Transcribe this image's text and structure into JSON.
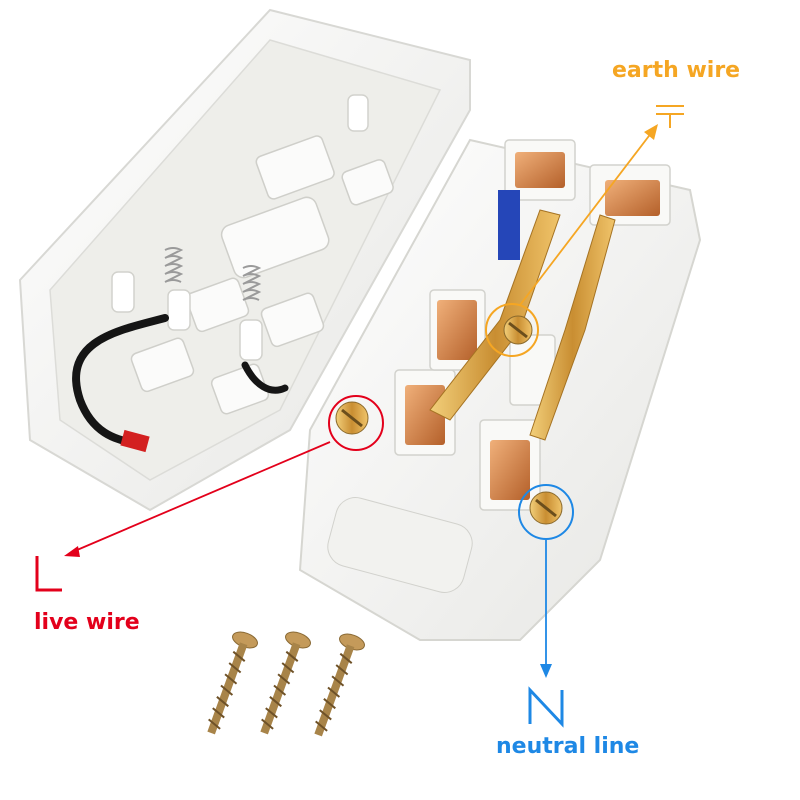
{
  "labels": {
    "earth": "earth wire",
    "live": "live wire",
    "neutral": "neutral line"
  },
  "colors": {
    "earth": "#f5a623",
    "live": "#e3001b",
    "neutral": "#1e88e5",
    "plastic": "#f4f4f2",
    "brass": "#d9a441",
    "copper": "#c9773e",
    "wire_black": "#151515",
    "screw": "#b08a4e"
  },
  "symbols": {
    "earth": "earth-ground-icon",
    "live": "letter-L-icon",
    "neutral": "letter-N-icon"
  }
}
